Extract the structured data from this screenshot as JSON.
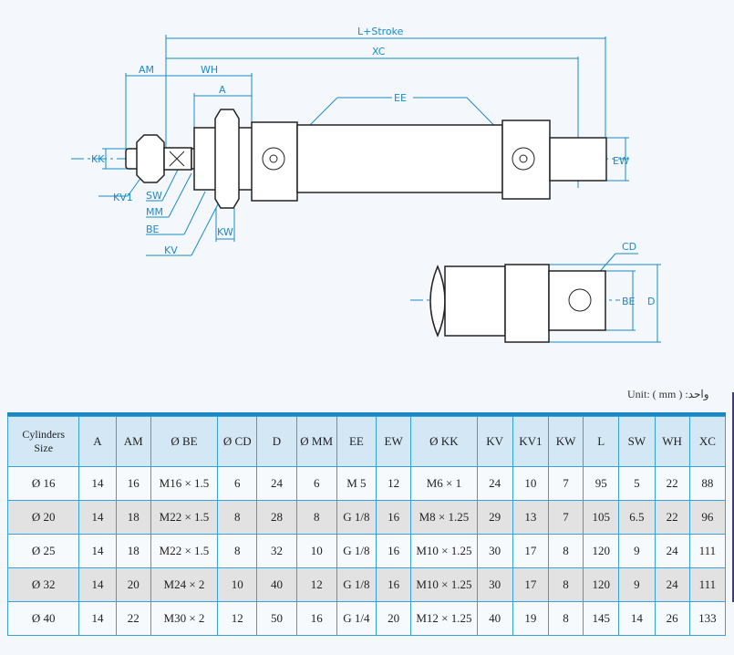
{
  "drawing": {
    "labels": {
      "l_stroke": "L+Stroke",
      "xc": "XC",
      "am": "AM",
      "wh": "WH",
      "a": "A",
      "ee": "EE",
      "kk": "KK",
      "kv1": "KV1",
      "sw": "SW",
      "mm": "MM",
      "be": "BE",
      "kv": "KV",
      "kw": "KW",
      "ew": "EW",
      "cd": "CD",
      "be2": "BE",
      "d": "D"
    },
    "line_color": "#1a8ac8"
  },
  "unit_label": "Unit: ( mm ) :واحد",
  "table": {
    "headers": [
      "Cylinders Size",
      "A",
      "AM",
      "Ø BE",
      "Ø CD",
      "D",
      "Ø MM",
      "EE",
      "EW",
      "Ø KK",
      "KV",
      "KV1",
      "KW",
      "L",
      "SW",
      "WH",
      "XC"
    ],
    "rows": [
      [
        "Ø 16",
        "14",
        "16",
        "M16 × 1.5",
        "6",
        "24",
        "6",
        "M 5",
        "12",
        "M6 × 1",
        "24",
        "10",
        "7",
        "95",
        "5",
        "22",
        "88"
      ],
      [
        "Ø 20",
        "14",
        "18",
        "M22 × 1.5",
        "8",
        "28",
        "8",
        "G 1/8",
        "16",
        "M8 × 1.25",
        "29",
        "13",
        "7",
        "105",
        "6.5",
        "22",
        "96"
      ],
      [
        "Ø 25",
        "14",
        "18",
        "M22 × 1.5",
        "8",
        "32",
        "10",
        "G 1/8",
        "16",
        "M10 × 1.25",
        "30",
        "17",
        "8",
        "120",
        "9",
        "24",
        "111"
      ],
      [
        "Ø 32",
        "14",
        "20",
        "M24 × 2",
        "10",
        "40",
        "12",
        "G 1/8",
        "16",
        "M10 × 1.25",
        "30",
        "17",
        "8",
        "120",
        "9",
        "24",
        "111"
      ],
      [
        "Ø 40",
        "14",
        "22",
        "M30 × 2",
        "12",
        "50",
        "16",
        "G 1/4",
        "20",
        "M12 × 1.25",
        "40",
        "19",
        "8",
        "145",
        "14",
        "26",
        "133"
      ]
    ],
    "header_bg": "#d4e7f5",
    "border_color": "#3aa0d8",
    "alt_row_bg": "#e2e2e2"
  }
}
